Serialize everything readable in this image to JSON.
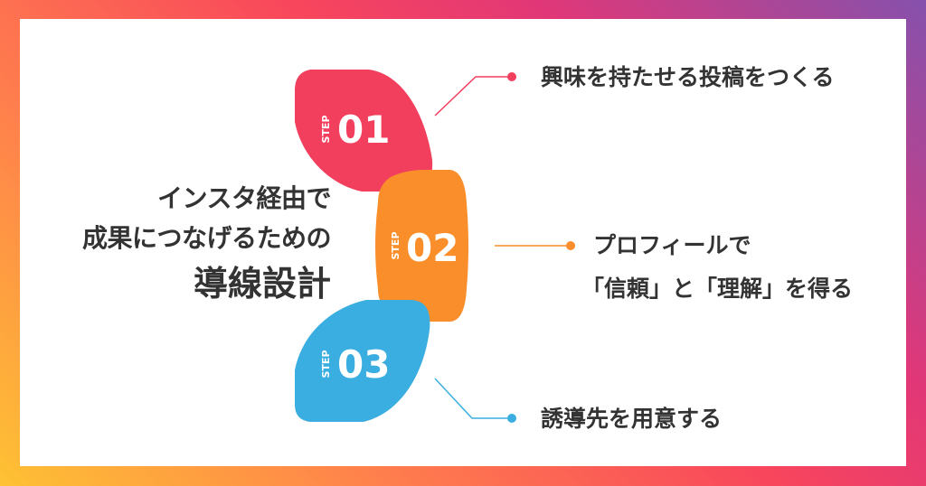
{
  "colors": {
    "step1": "#F33F5E",
    "step2": "#F98E2B",
    "step3": "#3AAEE0",
    "text": "#333333"
  },
  "headline": {
    "line1": "インスタ経由で",
    "line2": "成果につなげるための",
    "line3": "導線設計"
  },
  "steps": [
    {
      "label": "STEP",
      "number": "01",
      "caption": [
        "興味を持たせる投稿をつくる"
      ]
    },
    {
      "label": "STEP",
      "number": "02",
      "caption": [
        "プロフィールで",
        "「信頼」と「理解」を得る"
      ]
    },
    {
      "label": "STEP",
      "number": "03",
      "caption": [
        "誘導先を用意する"
      ]
    }
  ]
}
